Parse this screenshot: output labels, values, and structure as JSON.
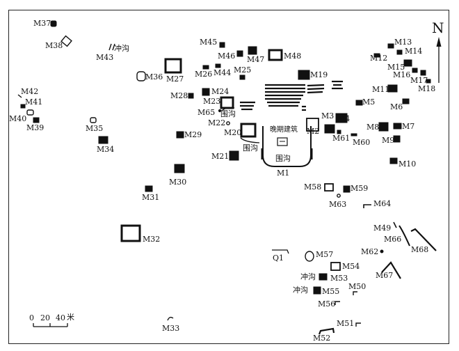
{
  "north_label": "N",
  "scale": {
    "ticks": [
      "0",
      "20",
      "40"
    ],
    "unit": "米"
  },
  "labels": {
    "M1": "M1",
    "M2": "M2",
    "M3": "M3",
    "M4": "M4",
    "M5": "M5",
    "M6": "M6",
    "M7": "M7",
    "M8": "M8",
    "M9": "M9",
    "M10": "M10",
    "M11": "M11",
    "M12": "M12",
    "M13": "M13",
    "M14": "M14",
    "M15": "M15",
    "M16": "M16",
    "M17": "M17",
    "M18": "M18",
    "M19": "M19",
    "M20": "M20",
    "M21": "M21",
    "M22": "M22",
    "M23": "M23",
    "M24": "M24",
    "M25": "M25",
    "M26": "M26",
    "M27": "M27",
    "M28": "M28",
    "M29": "M29",
    "M30": "M30",
    "M31": "M31",
    "M32": "M32",
    "M33": "M33",
    "M34": "M34",
    "M35": "M35",
    "M36": "M36",
    "M37": "M37",
    "M38": "M38",
    "M39": "M39",
    "M40": "M40",
    "M41": "M41",
    "M42": "M42",
    "M43": "M43",
    "M44": "M44",
    "M45": "M45",
    "M46": "M46",
    "M47": "M47",
    "M48": "M48",
    "M49": "M49",
    "M50": "M50",
    "M51": "M51",
    "M52": "M52",
    "M53": "M53",
    "M54": "M54",
    "M55": "M55",
    "M56": "M56",
    "M57": "M57",
    "M58": "M58",
    "M59": "M59",
    "M60": "M60",
    "M61": "M61",
    "M62": "M62",
    "M63": "M63",
    "M64": "M64",
    "M65": "M65",
    "M66": "M66",
    "M67": "M67",
    "M68": "M68",
    "Q1": "Q1"
  },
  "features": {
    "chonggou": "冲沟",
    "weigou": "围沟",
    "late_building": "晚期建筑"
  }
}
